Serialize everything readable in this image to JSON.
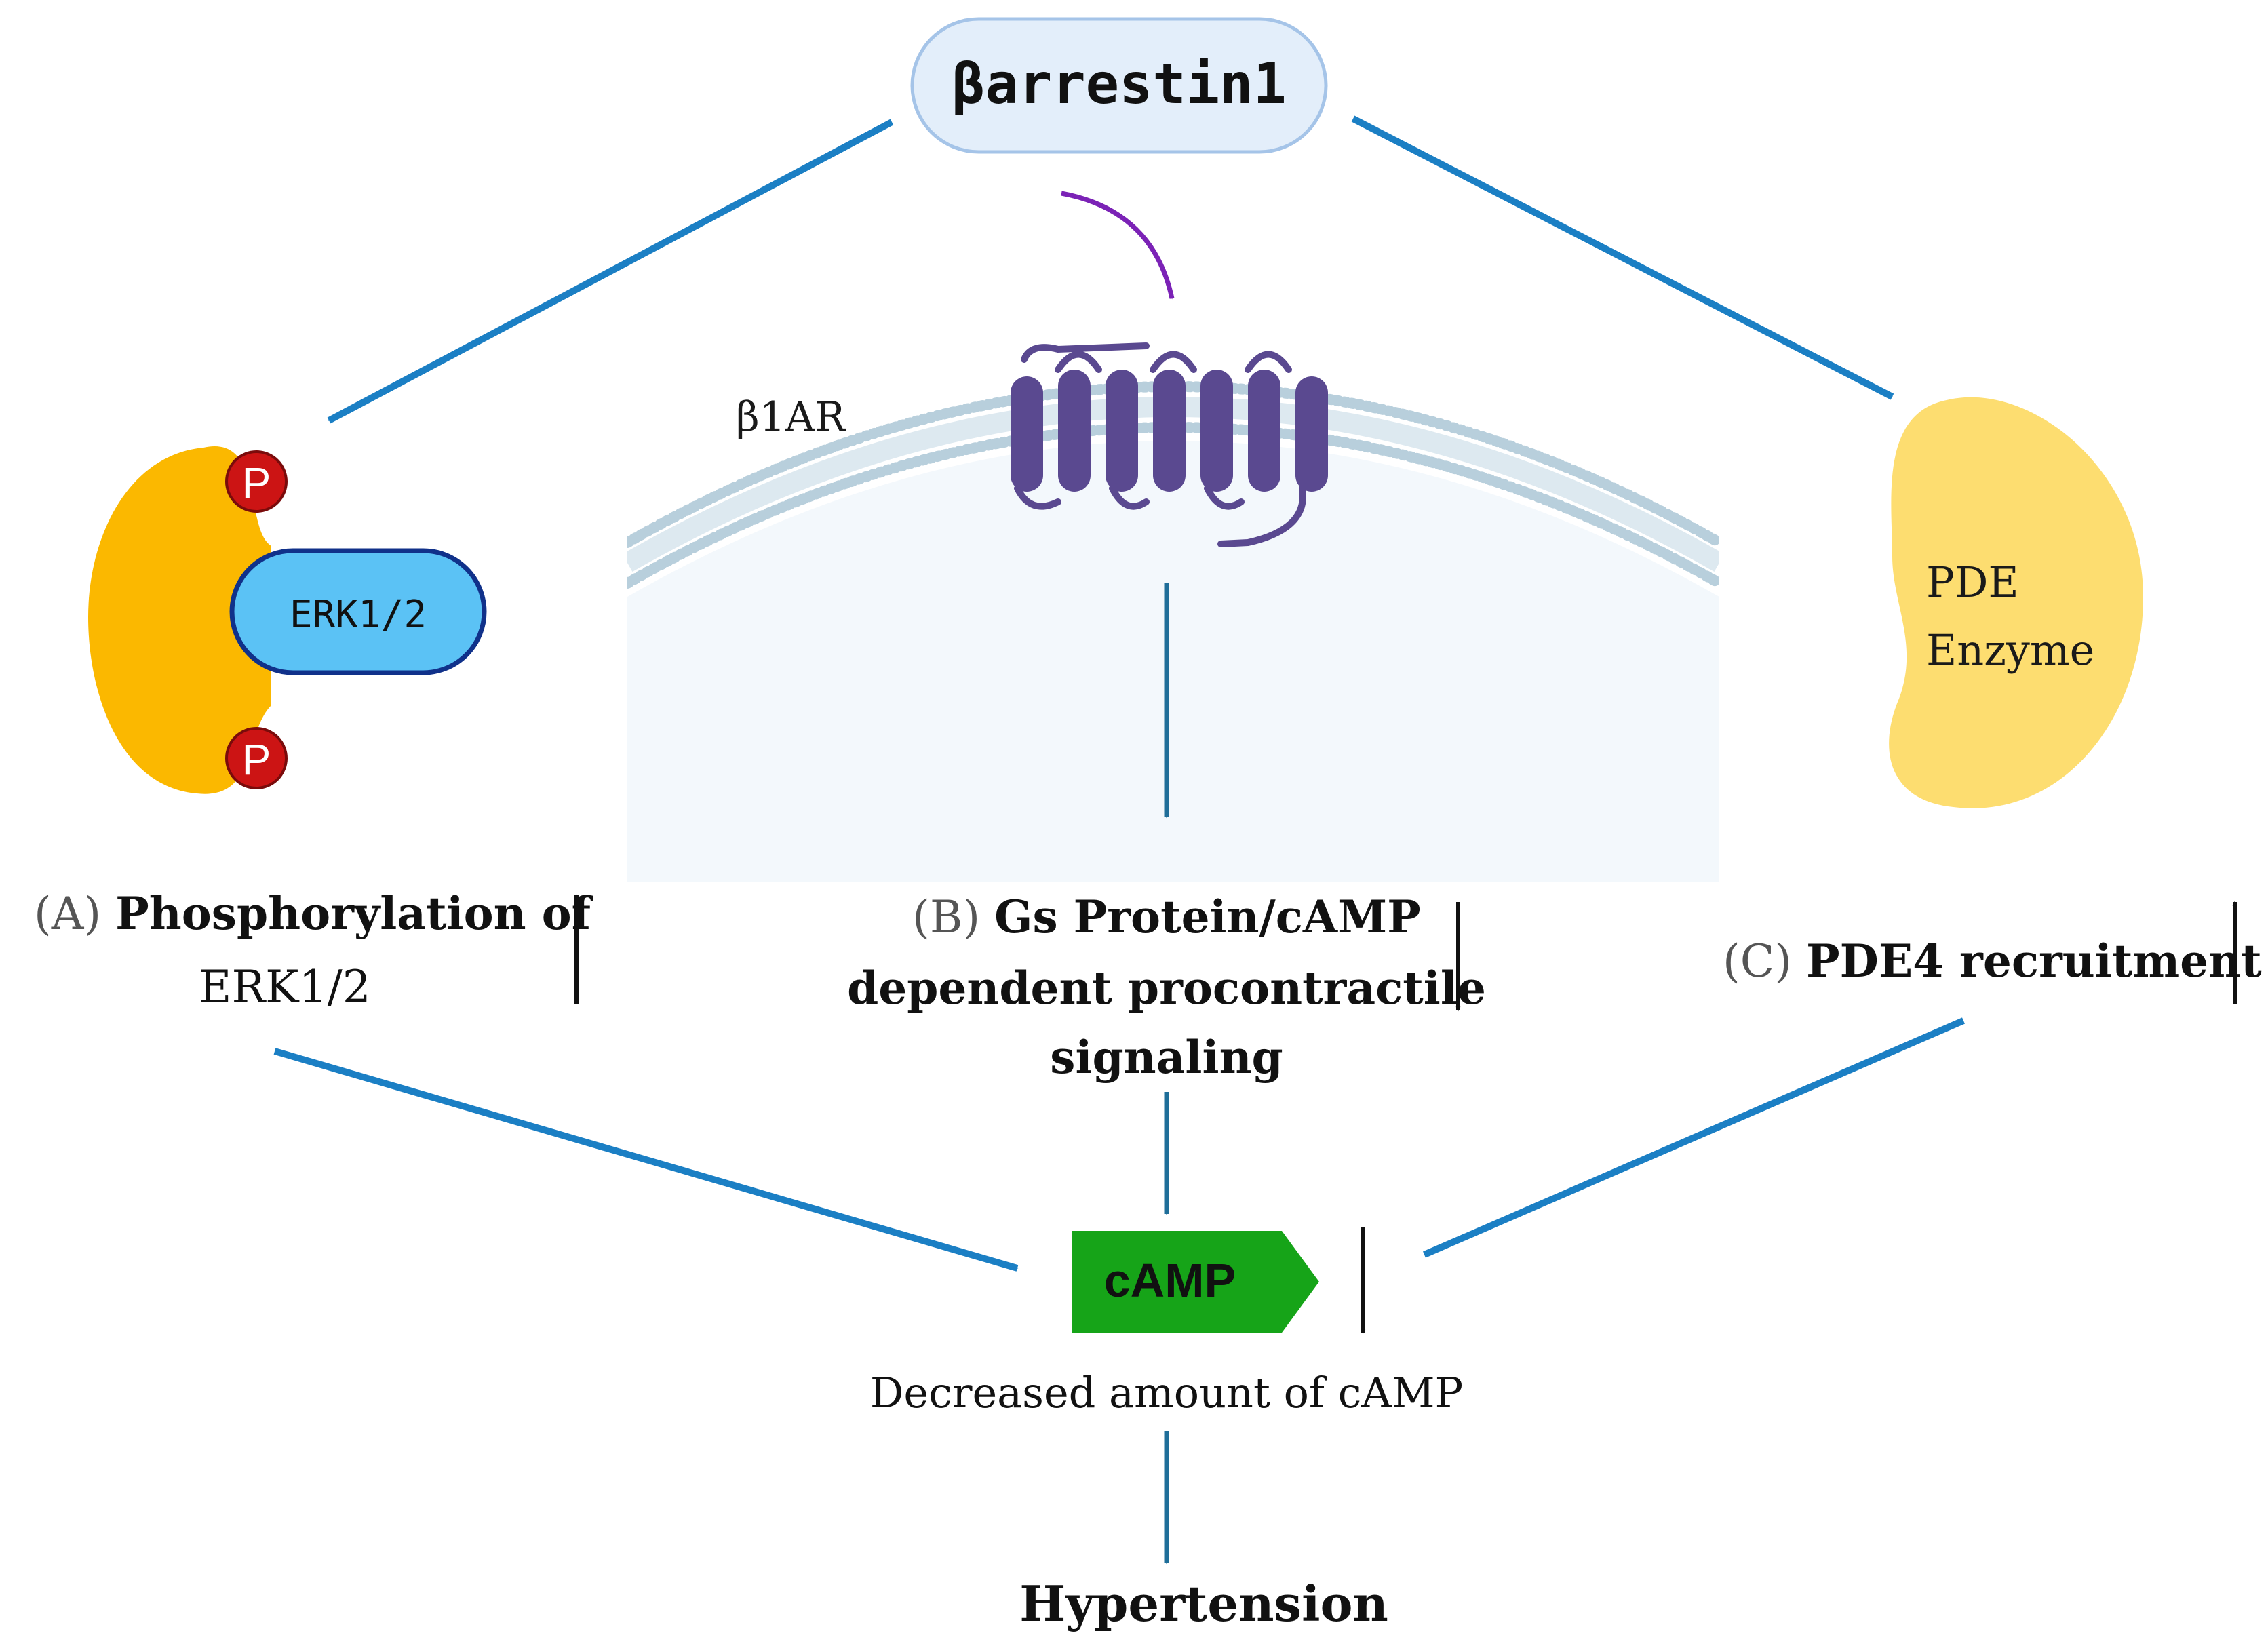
{
  "nodes": {
    "barrestin": "βarrestin1",
    "receptor": "β1AR",
    "erk": "ERK1/2",
    "phospho_a": "P",
    "phospho_b": "P",
    "pde_line1": "PDE",
    "pde_line2": "Enzyme",
    "camp": "cAMP"
  },
  "labels": {
    "a_prefix": "(A)",
    "a_line1": "Phosphorylation of",
    "a_line2": "ERK1/2",
    "b_prefix": "(B)",
    "b_line1": "Gs Protein/cAMP",
    "b_line2": "dependent procontractile",
    "b_line3": "signaling",
    "c_prefix": "(C)",
    "c_line1": "PDE4 recruitment",
    "decreased": "Decreased amount of cAMP",
    "outcome": "Hypertension"
  },
  "indicators": {
    "a": "up",
    "b": "down",
    "c": "up",
    "camp": "down"
  },
  "colors": {
    "pathway_arrow": "#1b7fc4",
    "inner_arrow": "#1f6e99",
    "curved_arrow": "#7b22b6",
    "barrestin_fill": "#e3eefa",
    "barrestin_border": "#a5c4e8",
    "receptor": "#5a4990",
    "membrane": "#b8cfdc",
    "cell_interior": "#f3f8fc",
    "kinase": "#fbb800",
    "erk_fill": "#5bc2f5",
    "erk_border": "#10318a",
    "phospho": "#cc1414",
    "pde": "#fddd70",
    "camp": "#16a418"
  }
}
